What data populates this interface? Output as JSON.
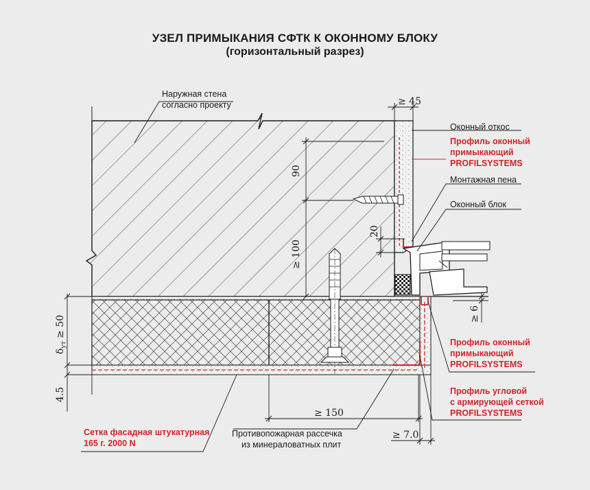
{
  "title": {
    "line1": "УЗЕЛ ПРИМЫКАНИЯ СФТК К ОКОННОМУ БЛОКУ",
    "line2": "(горизонтальный разрез)"
  },
  "labels": {
    "outer_wall_1": "Наружная стена",
    "outer_wall_2": "согласно проекту",
    "window_slope": "Оконный откос",
    "profile_adj_top_1": "Профиль оконный",
    "profile_adj_top_2": "примыкающий",
    "profile_adj_top_3": "PROFILSYSTEMS",
    "mounting_foam": "Монтажная пена",
    "window_block": "Оконный блок",
    "profile_adj_bottom_1": "Профиль оконный",
    "profile_adj_bottom_2": "примыкающий",
    "profile_adj_bottom_3": "PROFILSYSTEMS",
    "profile_corner_1": "Профиль угловой",
    "profile_corner_2": "с армирующей сеткой",
    "profile_corner_3": "PROFILSYSTEMS",
    "mesh_1": "Сетка фасадная штукатурная",
    "mesh_2": "165 г. 2000 N",
    "firebreak_1": "Противопожарная рассечка",
    "firebreak_2": "из минераловатных плит"
  },
  "dimensions": {
    "d45": "≥ 45",
    "d90": "90",
    "d20": "20",
    "d100": "≥ 100",
    "d6": "≥ 6",
    "d_ut_prefix": "δ",
    "d_ut_sub": "ут",
    "d_ut_suffix": " ≥ 50",
    "d4_5": "4.5",
    "d150": "≥  150",
    "d7_0": "≥ 7.0"
  },
  "colors": {
    "accent_red": "#d1232a",
    "line": "#1a1a1a",
    "background": "#ececec"
  }
}
